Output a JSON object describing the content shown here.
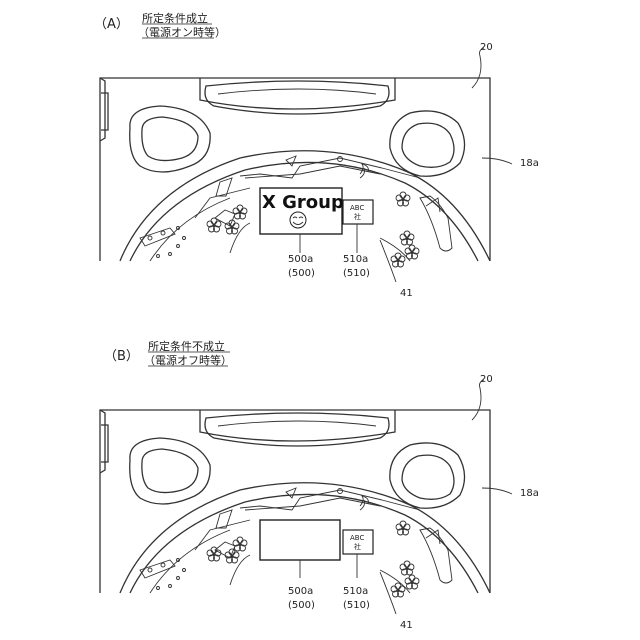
{
  "panels": [
    {
      "id": "A",
      "section_label": "（A）",
      "condition_title": "所定条件成立",
      "condition_note": "（電源オン時等）",
      "screen_text": "X Group",
      "screen_face_icon": "smiley-face",
      "screen_filled": true,
      "sub_badge_line1": "ABC",
      "sub_badge_line2": "社",
      "ref_20": "20",
      "ref_18a": "18a",
      "ref_41": "41",
      "ref_500a": "500a",
      "ref_500": "(500)",
      "ref_510a": "510a",
      "ref_510": "(510)"
    },
    {
      "id": "B",
      "section_label": "（B）",
      "condition_title": "所定条件不成立",
      "condition_note": "（電源オフ時等）",
      "screen_text": "",
      "screen_filled": false,
      "sub_badge_line1": "ABC",
      "sub_badge_line2": "社",
      "ref_20": "20",
      "ref_18a": "18a",
      "ref_41": "41",
      "ref_500a": "500a",
      "ref_500": "(500)",
      "ref_510a": "510a",
      "ref_510": "(510)"
    }
  ]
}
